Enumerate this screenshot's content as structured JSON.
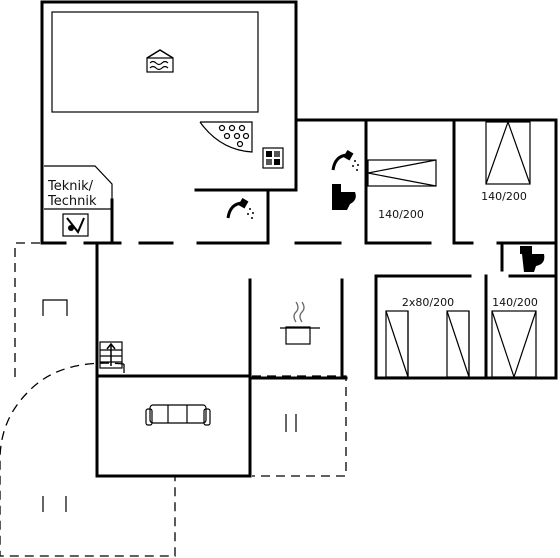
{
  "rooms": {
    "technik": {
      "label_line1": "Teknik/",
      "label_line2": "Technik"
    }
  },
  "beds": {
    "bedroom_1": "140/200",
    "bedroom_2": "140/200",
    "bedroom_3": "2x80/200",
    "bedroom_4": "140/200"
  },
  "icons": {
    "pool": "pool-icon",
    "spa": "whirlpool-icon",
    "sauna": "sauna-icon",
    "shower": "shower-icon",
    "toilet": "toilet-icon",
    "washer": "washing-machine-icon",
    "kitchen": "cooking-pot-icon",
    "sofa": "sofa-icon",
    "stairs": "stairs-icon",
    "chair": "terrace-chair-icon"
  },
  "colors": {
    "line": "#000000",
    "background": "#ffffff"
  }
}
